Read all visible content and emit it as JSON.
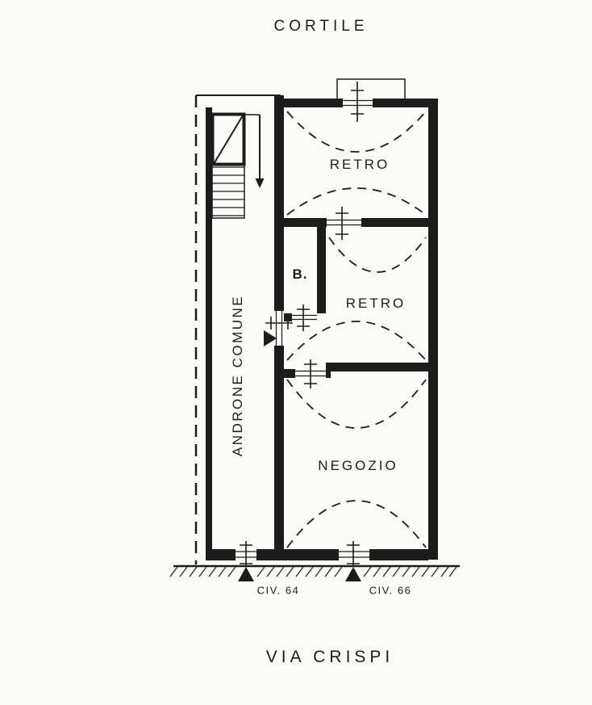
{
  "labels": {
    "cortile": "CORTILE",
    "retro_top": "RETRO",
    "bath": "B.",
    "retro_mid": "RETRO",
    "corridor": "ANDRONE COMUNE",
    "negozio": "NEGOZIO",
    "civ_64": "CIV. 64",
    "civ_66": "CIV. 66",
    "via_crispi": "VIA CRISPI"
  },
  "colors": {
    "ink": "#1c1c1c",
    "paper": "#fbfbf8"
  }
}
